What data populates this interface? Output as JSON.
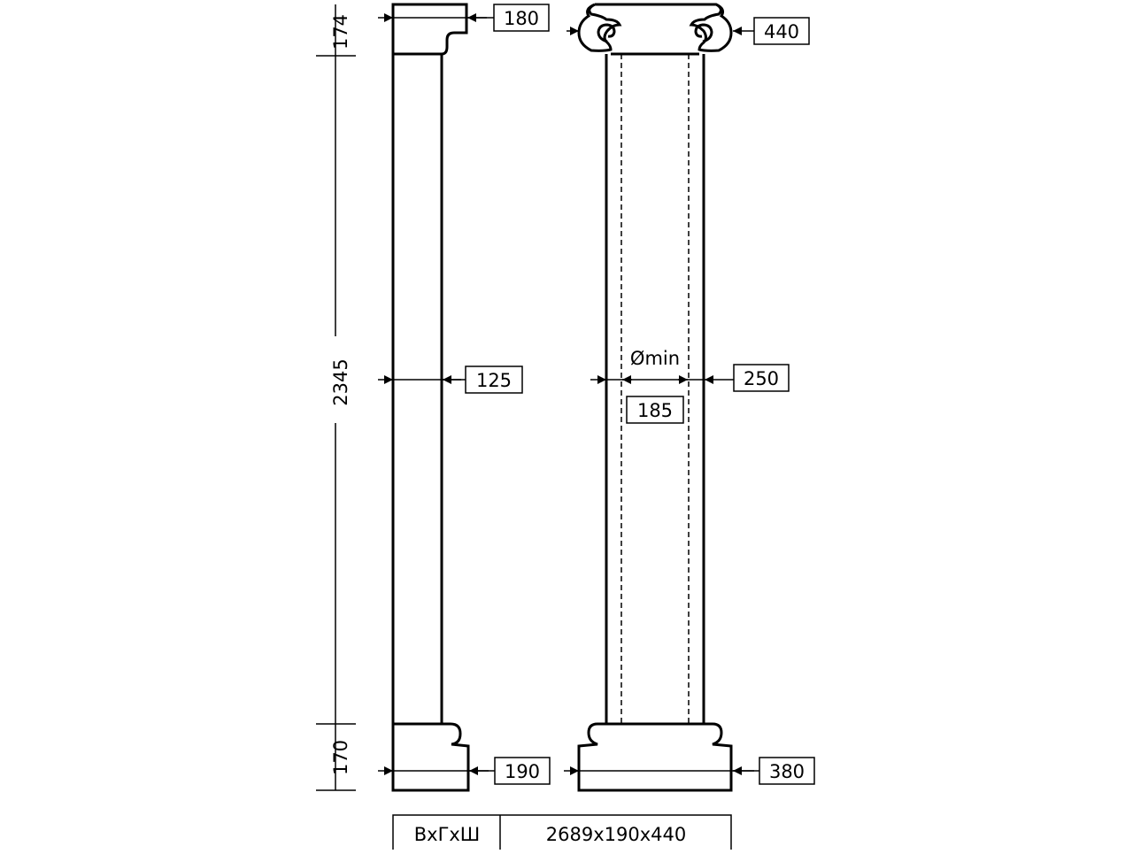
{
  "dimensions": {
    "capital_height": "174",
    "shaft_height": "2345",
    "base_height": "170",
    "side_capital_depth": "180",
    "side_shaft_depth": "125",
    "side_base_depth": "190",
    "front_capital_width": "440",
    "front_shaft_width": "250",
    "front_min_diameter_label": "Ømin",
    "front_min_diameter": "185",
    "front_base_width": "380"
  },
  "spec_table": {
    "label": "ВхГхШ",
    "value": "2689х190х440"
  },
  "colors": {
    "line": "#000000",
    "background": "#ffffff"
  }
}
